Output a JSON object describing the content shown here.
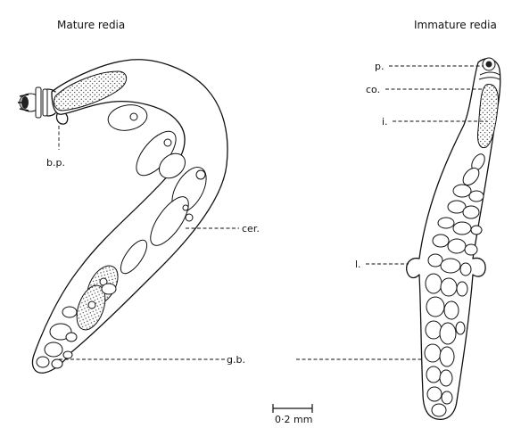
{
  "titles": {
    "mature": "Mature redia",
    "immature": "Immature redia"
  },
  "labels": {
    "bp": "b.p.",
    "cer": "cer.",
    "gb": "g.b.",
    "p": "p.",
    "co": "co.",
    "i": "i.",
    "l": "l."
  },
  "scale": {
    "text": "0·2 mm"
  }
}
